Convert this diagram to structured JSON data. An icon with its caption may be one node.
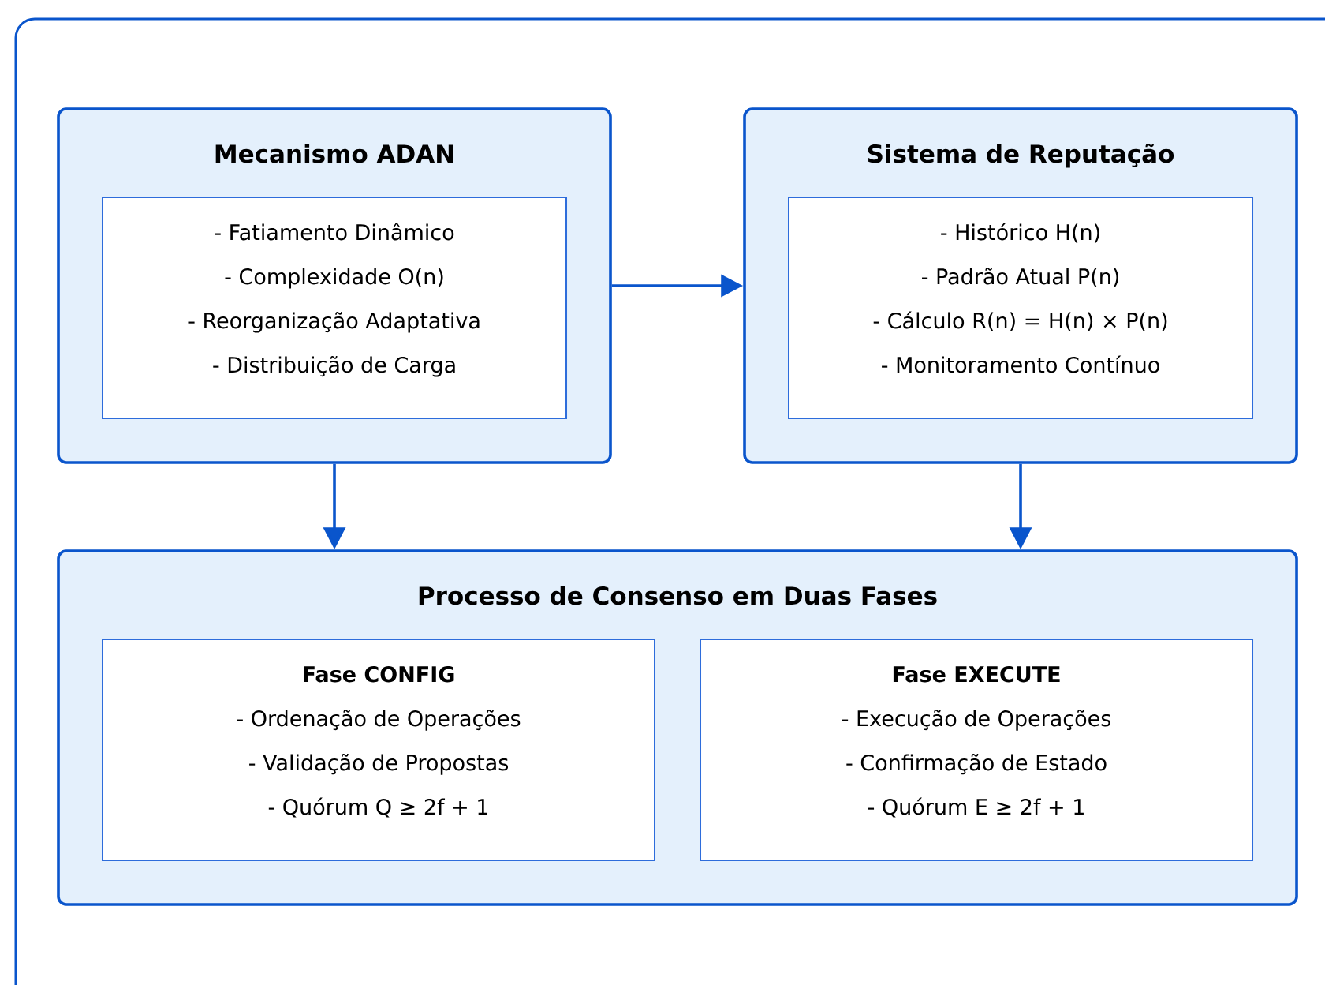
{
  "diagram": {
    "nodes": [
      {
        "text": [
          "Mecanismo ADAN"
        ]
      },
      {
        "text": [
          "- Fatiamento Dinâmico",
          "- Complexidade O(n)",
          "- Reorganização Adaptativa",
          "- Distribuição de Carga"
        ],
        "in": 0
      },
      {
        "text": [
          "Sistema de Reputação"
        ]
      },
      {
        "text": [
          "- Histórico H(n)",
          "- Padrão Atual P(n)",
          "- Cálculo R(n) = H(n) × P(n)",
          "- Monitoramento Contínuo"
        ],
        "in": 2
      },
      {
        "text": [
          "Processo de Consenso em Duas Fases"
        ]
      },
      {
        "text": [
          "Fase CONFIG",
          "- Ordenação de Operações",
          "- Validação de Propostas",
          "- Quórum Q ≥ 2f + 1"
        ],
        "in": 4
      },
      {
        "text": [
          "Fase EXECUTE",
          "- Execução de Operações",
          "- Confirmação de Estado",
          "- Quórum E ≥ 2f + 1"
        ],
        "in": 4
      }
    ],
    "edges": [
      {
        "from": 0,
        "to": 2,
        "arrow": "to"
      },
      {
        "from": 0,
        "to": 4,
        "arrow": "to"
      },
      {
        "from": 2,
        "to": 4,
        "arrow": "to"
      }
    ]
  }
}
